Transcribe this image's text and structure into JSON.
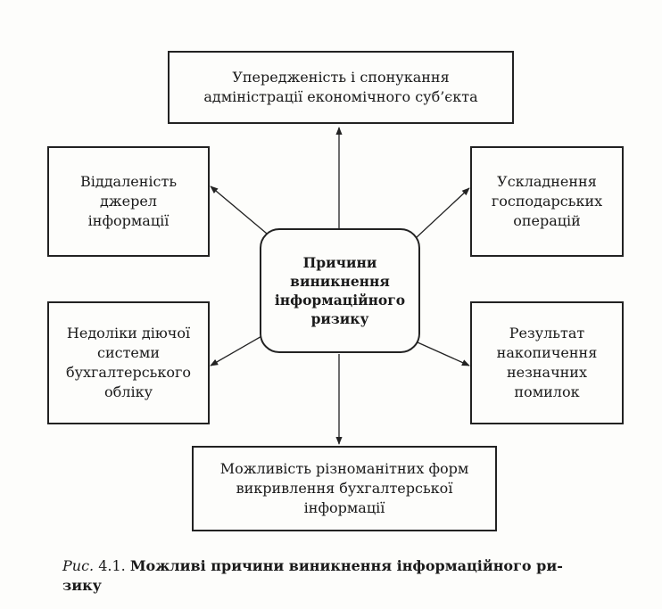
{
  "diagram": {
    "center": {
      "lines": [
        "Причини",
        "виникнення",
        "інформаційного",
        "ризику"
      ]
    },
    "boxes": {
      "top": {
        "lines": [
          "Упередженість і спонукання",
          "адміністрації економічного суб’єкта"
        ]
      },
      "upper_left": {
        "lines": [
          "Віддаленість",
          "джерел",
          "інформації"
        ]
      },
      "upper_right": {
        "lines": [
          "Ускладнення",
          "господарських",
          "операцій"
        ]
      },
      "lower_left": {
        "lines": [
          "Недоліки діючої",
          "системи",
          "бухгалтерського",
          "обліку"
        ]
      },
      "lower_right": {
        "lines": [
          "Результат",
          "накопичення",
          "незначних",
          "помилок"
        ]
      },
      "bottom": {
        "lines": [
          "Можливість різноманітних форм",
          "викривлення бухгалтерської",
          "інформації"
        ]
      }
    }
  },
  "caption": {
    "figure_label": "Рис.",
    "figure_number": "4.1.",
    "title_line1": "Можливі причини виникнення інформаційного ри-",
    "title_line2": "зику"
  }
}
